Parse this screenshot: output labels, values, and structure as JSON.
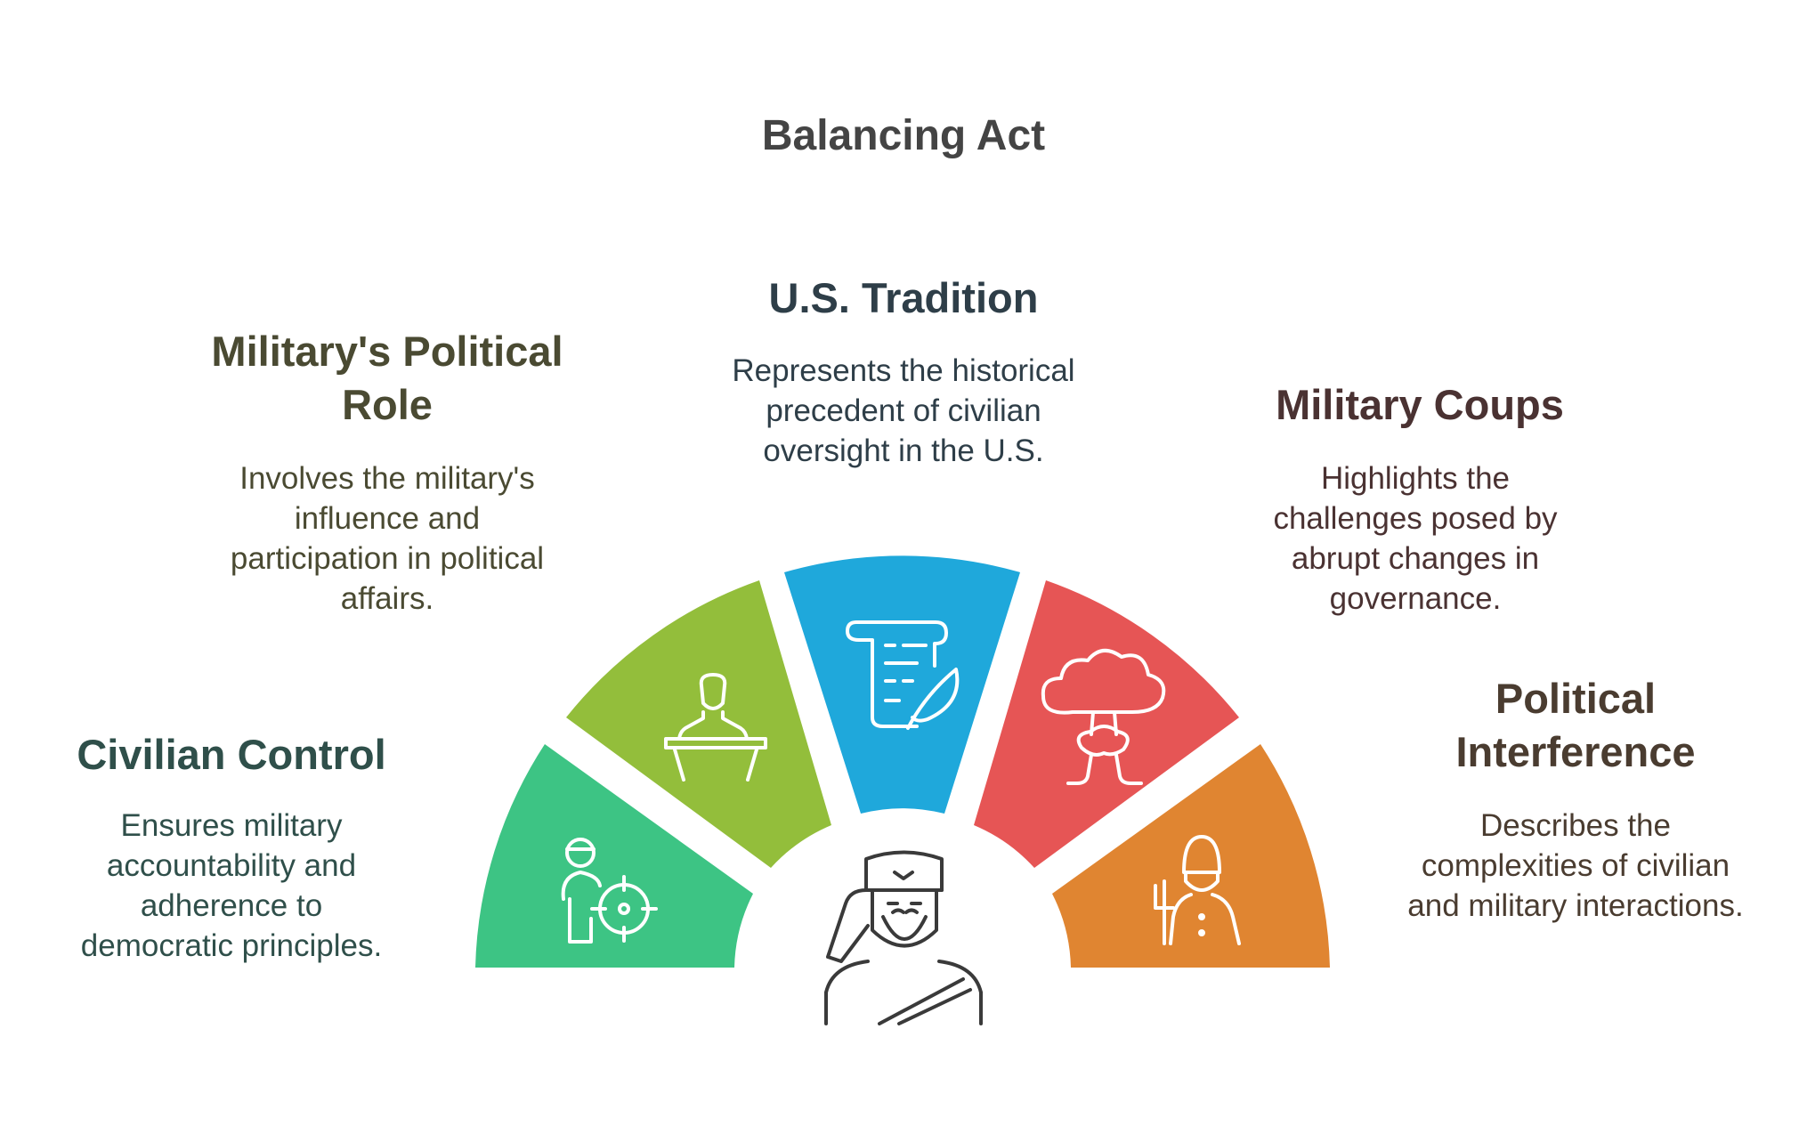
{
  "title": "Balancing Act",
  "colors": {
    "title": "#444444",
    "civilian": "#3DC484",
    "military_role": "#93BE3B",
    "tradition": "#1FA8DB",
    "coups": "#E65555",
    "interference": "#E08531"
  },
  "segments": [
    {
      "key": "civilian",
      "heading": "Civilian Control",
      "description": "Ensures military accountability and adherence to democratic principles.",
      "icon": "soldier-target-icon"
    },
    {
      "key": "military_role",
      "heading": "Military's Political Role",
      "description": "Involves the military's influence and participation in political affairs.",
      "icon": "speaker-podium-icon"
    },
    {
      "key": "tradition",
      "heading": "U.S. Tradition",
      "description": "Represents the historical precedent of civilian oversight in the U.S.",
      "icon": "scroll-quill-icon"
    },
    {
      "key": "coups",
      "heading": "Military Coups",
      "description": "Highlights the challenges posed by abrupt changes in governance.",
      "icon": "mushroom-cloud-icon"
    },
    {
      "key": "interference",
      "heading": "Political Interference",
      "description": "Describes the complexities of civilian and military interactions.",
      "icon": "royal-guard-icon"
    }
  ],
  "center_icon": "saluting-soldier-icon"
}
